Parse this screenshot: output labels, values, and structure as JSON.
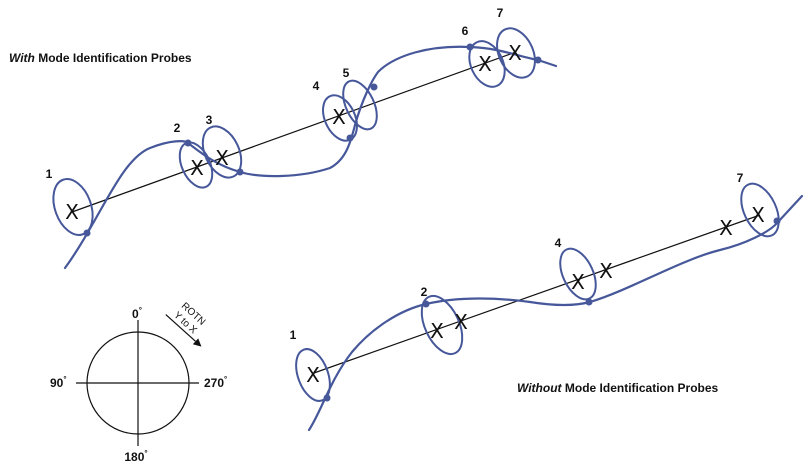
{
  "top_diagram": {
    "title_italic": "With",
    "title_rest": " Mode Identification Probes",
    "labels": [
      "1",
      "2",
      "3",
      "4",
      "5",
      "6",
      "7"
    ]
  },
  "bottom_diagram": {
    "title_italic": "Without",
    "title_rest": " Mode Identification Probes",
    "labels": [
      "1",
      "2",
      "4",
      "7"
    ]
  },
  "compass": {
    "top": "0",
    "left": "90",
    "right": "270",
    "bottom": "180",
    "degree_symbol": "°",
    "rotation_line1": "ROTN",
    "rotation_line2": "Y to X"
  },
  "marker_symbol": "X",
  "colors": {
    "orbit": "#46579a",
    "line": "#111111"
  }
}
